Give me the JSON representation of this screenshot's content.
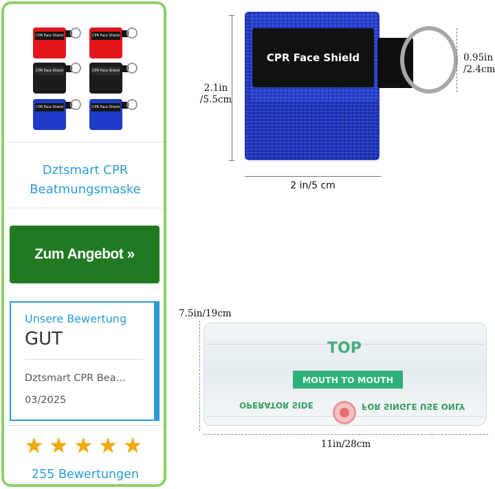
{
  "product": {
    "thumbnail_labels": [
      "CPR Face Shield",
      "CPR Face Shield",
      "CPR Face Shield",
      "CPR Face Shield",
      "CPR Face Shield",
      "CPR Face Shield"
    ],
    "thumbnail_colors": [
      "#e5161b",
      "#e5161b",
      "#1c1c1c",
      "#1c1c1c",
      "#1f3bc7",
      "#1f3bc7"
    ],
    "title_line1": "Dztsmart CPR",
    "title_line2": "Beatmungsmaske",
    "offer_button": "Zum Angebot »",
    "rating_label": "Unsere Bewertung",
    "rating_grade": "GUT",
    "rating_product": "Dztsmart CPR Bea…",
    "rating_date": "03/2025",
    "stars": 5,
    "star_glyph": "★",
    "reviews": "255 Bewertungen"
  },
  "pouch_image": {
    "label": "CPR Face Shield",
    "height_line1": "2.1in",
    "height_line2": "/5.5cm",
    "width": "2 in/5 cm",
    "ring_line1": "0.95in",
    "ring_line2": "/2.4cm"
  },
  "shield_image": {
    "height": "7.5in/19cm",
    "width": "11in/28cm",
    "top_text": "TOP",
    "band_text": "MOUTH TO MOUTH",
    "left_mirror_text": "OPERATOR SIDE",
    "right_mirror_text": "FOR SINGLE USE ONLY"
  },
  "colors": {
    "card_border": "#8cd06a",
    "accent_blue": "#2a9bd8",
    "button_green": "#217a21",
    "star": "#f2a900",
    "pouch_blue": "#1d35c2"
  }
}
